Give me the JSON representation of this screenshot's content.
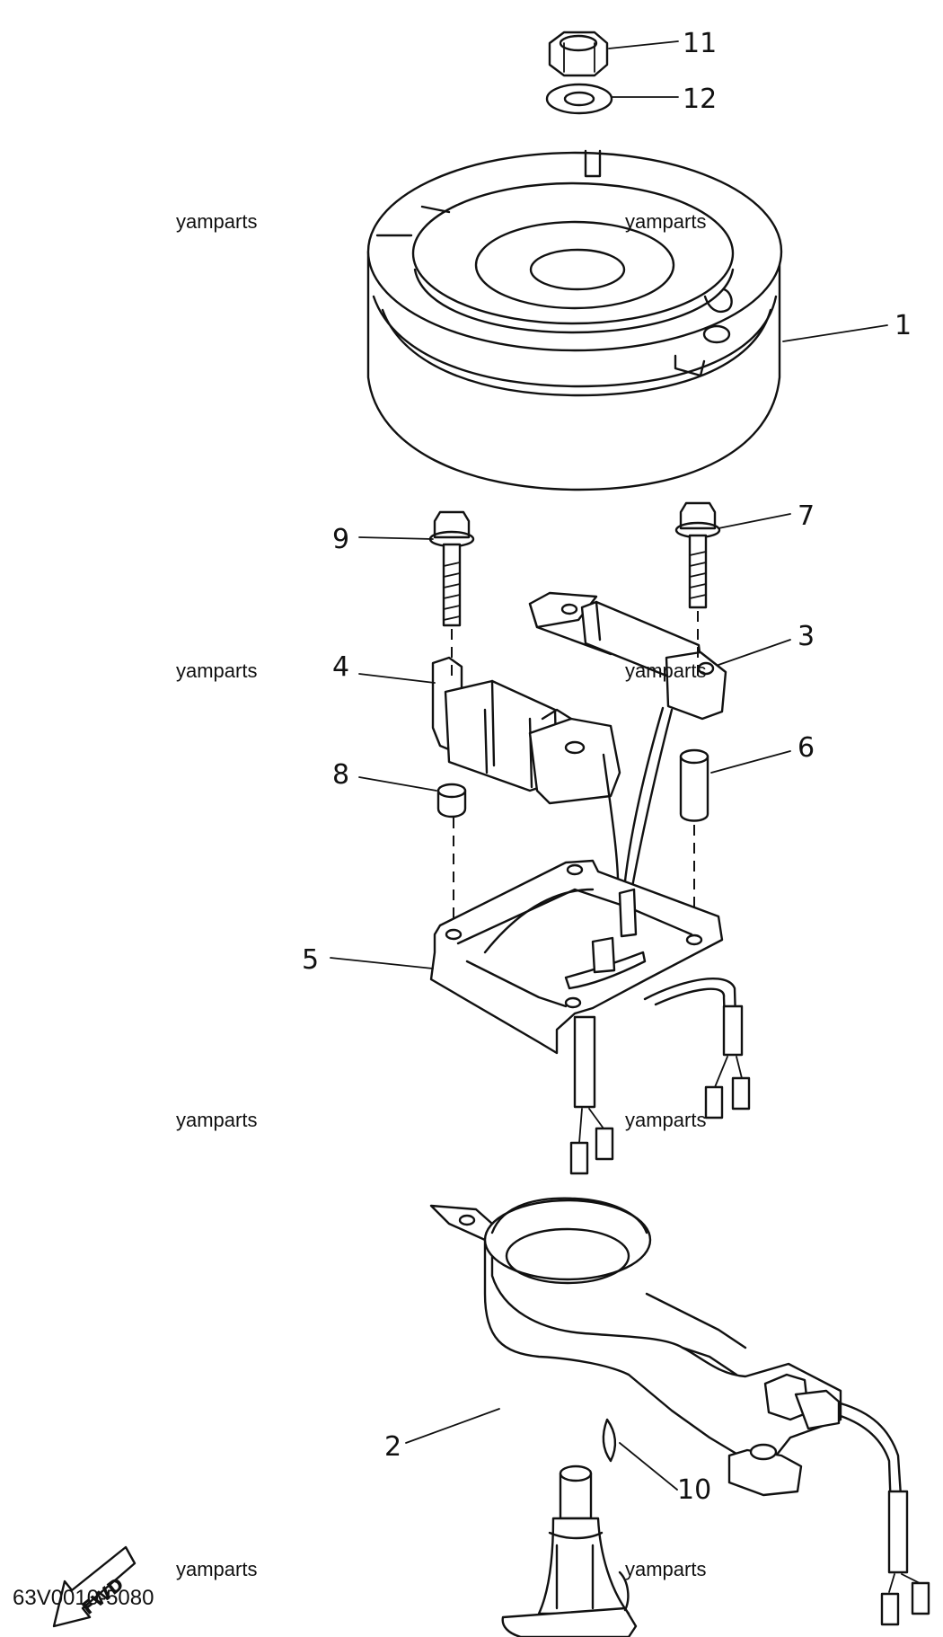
{
  "parts": {
    "p1": "1",
    "p2": "2",
    "p3": "3",
    "p4": "4",
    "p5": "5",
    "p6": "6",
    "p7": "7",
    "p8": "8",
    "p9": "9",
    "p10": "10",
    "p11": "11",
    "p12": "12"
  },
  "watermark": "yamparts",
  "fwd_label": "FWD",
  "drawing_code": "63V0010-5080"
}
